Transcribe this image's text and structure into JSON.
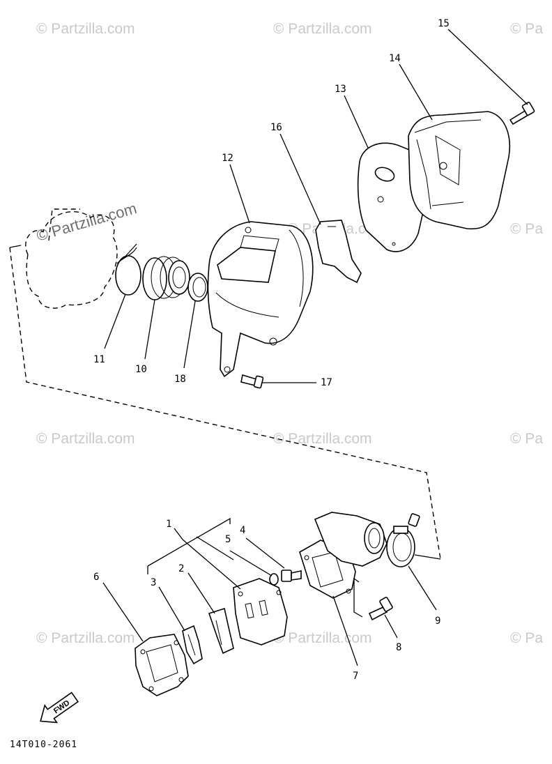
{
  "watermarks": {
    "text": "© Partzilla.com",
    "cut_text": "© Pa",
    "dark_text": "© Partzilla.com"
  },
  "callouts": {
    "p1": "1",
    "p2": "2",
    "p3": "3",
    "p4": "4",
    "p5": "5",
    "p6": "6",
    "p7": "7",
    "p8": "8",
    "p9": "9",
    "p10": "10",
    "p11": "11",
    "p12": "12",
    "p13": "13",
    "p14": "14",
    "p15": "15",
    "p16": "16",
    "p17": "17",
    "p18": "18"
  },
  "fwd_label": "FWD",
  "diagram_code": "14T010-2061"
}
